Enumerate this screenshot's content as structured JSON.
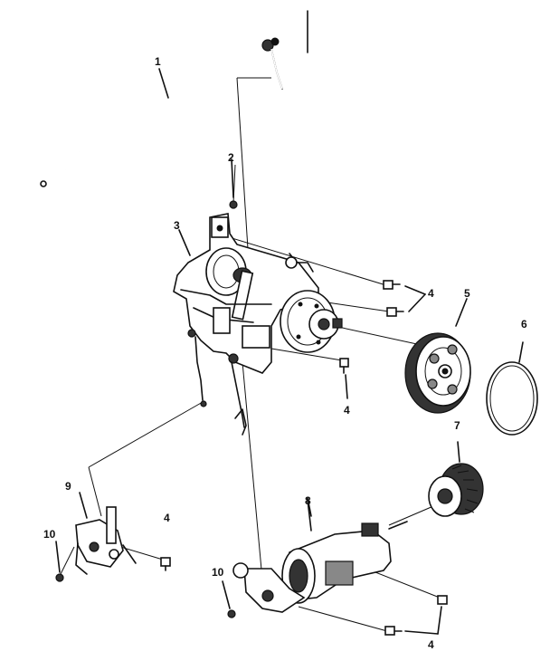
{
  "callouts": [
    {
      "id": "c1",
      "label": "1"
    },
    {
      "id": "c2",
      "label": "2"
    },
    {
      "id": "c3",
      "label": "3"
    },
    {
      "id": "c4a",
      "label": "4"
    },
    {
      "id": "c4b",
      "label": "4"
    },
    {
      "id": "c4c",
      "label": "4"
    },
    {
      "id": "c4d",
      "label": "4"
    },
    {
      "id": "c5",
      "label": "5"
    },
    {
      "id": "c6",
      "label": "6"
    },
    {
      "id": "c7",
      "label": "7"
    },
    {
      "id": "c8",
      "label": "8"
    },
    {
      "id": "c9",
      "label": "9"
    },
    {
      "id": "c10a",
      "label": "10"
    },
    {
      "id": "c10b",
      "label": "10"
    }
  ]
}
